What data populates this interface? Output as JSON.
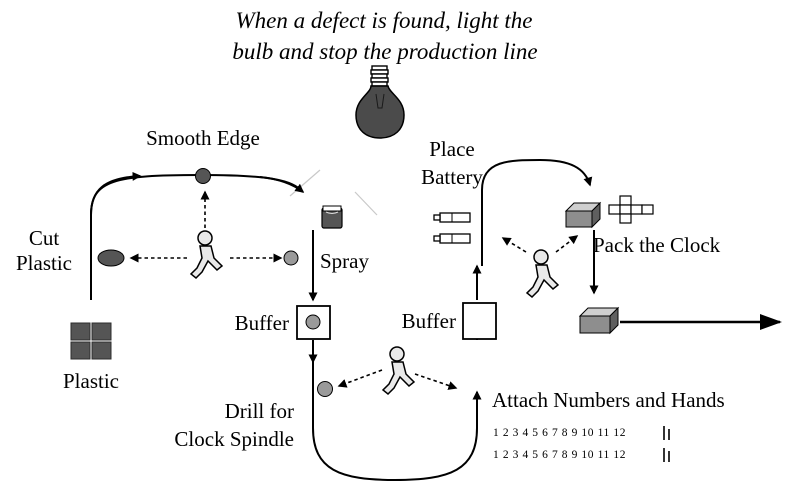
{
  "header": {
    "line1": "When a defect is found, light the",
    "line2": "bulb and stop the production line"
  },
  "labels": {
    "smooth_edge": "Smooth Edge",
    "cut_line1": "Cut",
    "cut_line2": "Plastic",
    "spray": "Spray",
    "buffer_left": "Buffer",
    "plastic": "Plastic",
    "drill_line1": "Drill for",
    "drill_line2": "Clock Spindle",
    "place_line1": "Place",
    "place_line2": "Battery",
    "buffer_right": "Buffer",
    "pack_clock": "Pack the Clock",
    "attach": "Attach Numbers and Hands",
    "numbers_row1": "1 2 3 4 5 6 7 8 9 10 11 12",
    "numbers_row2": "1 2 3 4 5 6 7 8 9 10 11 12"
  },
  "colors": {
    "part_fill": "#555555",
    "light_part_fill": "#9a9a9a",
    "block_top": "#cfcfcf",
    "block_front": "#8e8e8e",
    "block_side": "#5f5f5f",
    "bulb_fill": "#4b4b4b"
  },
  "icons": [
    "light-bulb-icon",
    "worker-icon",
    "battery-icon",
    "clock-box-icon",
    "box-net-icon",
    "spray-can-icon",
    "plastic-sheets-icon"
  ]
}
